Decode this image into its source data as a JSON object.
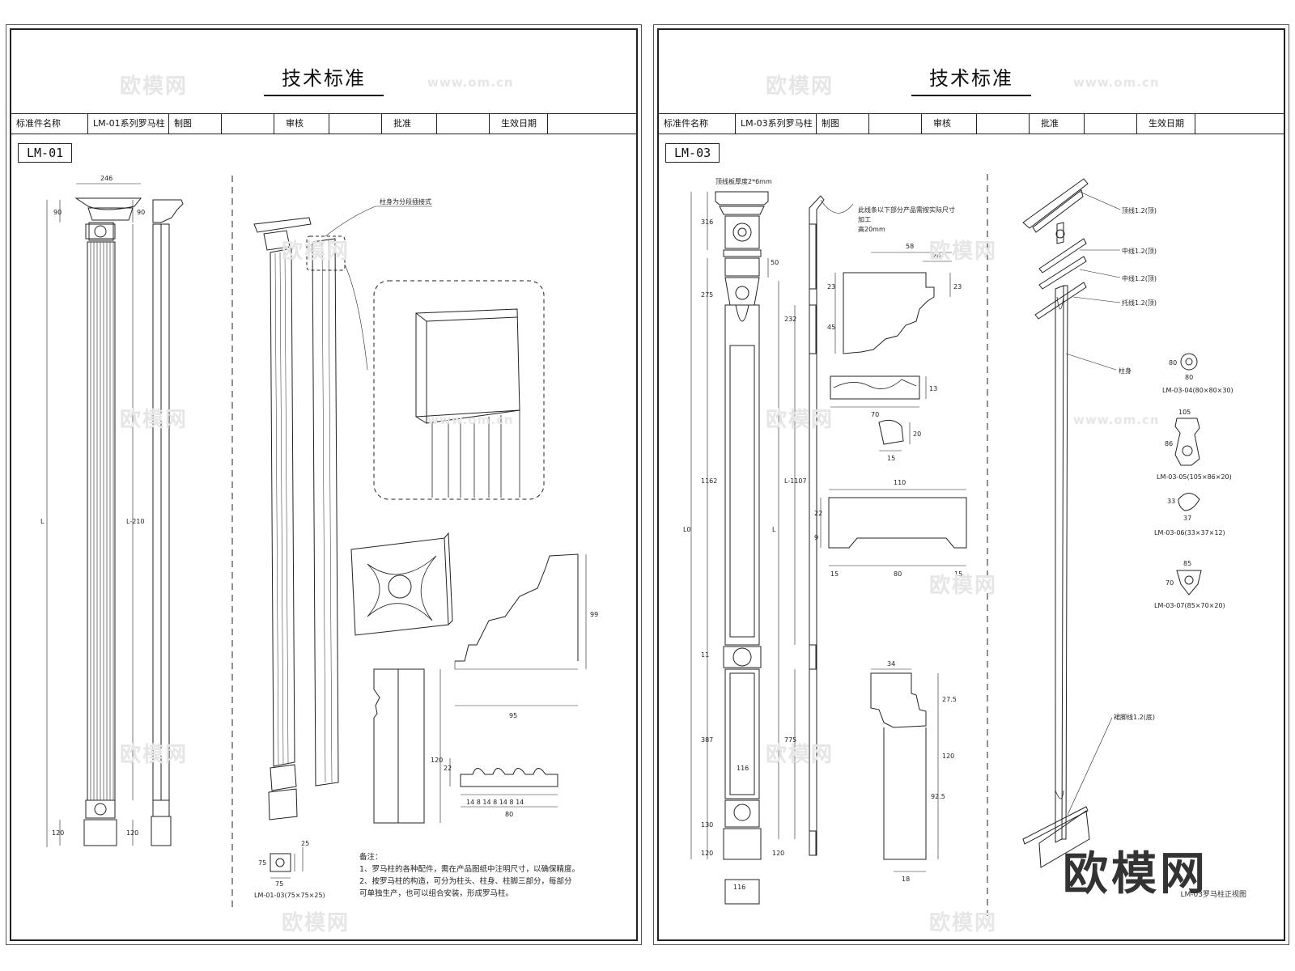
{
  "sheets": [
    {
      "title": "技术标准",
      "info": [
        "标准件名称",
        "LM-01系列罗马柱",
        "制图",
        "",
        "审核",
        "",
        "批准",
        "",
        "生效日期",
        ""
      ],
      "code": "LM-01",
      "dims": {
        "top_width": "246",
        "cap_h": "90",
        "cap_h2": "90",
        "total": "L",
        "shaft": "L-210",
        "base_h": "120",
        "base_h2": "120",
        "callout": "柱身为分段插接式",
        "h99": "99",
        "w95": "95",
        "h120": "120",
        "h22": "22",
        "rib": "14 8 14 8 14 8 14",
        "w80": "80",
        "sq_h": "75",
        "sq_w": "75",
        "sq_t": "25",
        "sq_label": "LM-01-03(75×75×25)"
      },
      "notes": [
        "备注：",
        "1、罗马柱的各种配件，需在产品图纸中注明尺寸，以确保精度。",
        "2、按罗马柱的构造，可分为柱头、柱身、柱脚三部分，每部分",
        "可单独生产，也可以组合安装，形成罗马柱。"
      ]
    },
    {
      "title": "技术标准",
      "info": [
        "标准件名称",
        "LM-03系列罗马柱",
        "制图",
        "",
        "审核",
        "",
        "批准",
        "",
        "生效日期",
        ""
      ],
      "code": "LM-03",
      "dims": {
        "top": "顶线板厚度2*6mm",
        "d316": "316",
        "d50": "50",
        "d275": "275",
        "d232": "232",
        "d1162": "1162",
        "d1107": "L-1107",
        "total": "L0",
        "Lmid": "L",
        "d11": "11",
        "d387": "387",
        "d775": "775",
        "d130": "130",
        "d120": "120",
        "d120b": "120",
        "d116": "116",
        "d116b": "116",
        "callout_top": "此线条以下部分产品需按实际尺寸",
        "callout_top2": "加工",
        "callout_top3": "高20mm",
        "d58": "58",
        "d20": "20",
        "d23": "23",
        "d23b": "23",
        "d45": "45",
        "d70": "70",
        "d13": "13",
        "d20b": "20",
        "d15": "15",
        "d110": "110",
        "d22": "22",
        "d9": "9",
        "d15b": "15",
        "d80": "80",
        "d15c": "15",
        "d34": "34",
        "d275b": "27.5",
        "d120c": "120",
        "d925": "92.5",
        "d18": "18",
        "label1": "顶线1.2(顶)",
        "label2": "中线1.2(顶)",
        "label3": "中线1.2(顶)",
        "label4": "托线1.2(顶)",
        "label5": "柱身",
        "label6": "裙脚线1.2(底)",
        "part1_a": "80",
        "part1_b": "80",
        "part1_l": "LM-03-04(80×80×30)",
        "part2_a": "105",
        "part2_b": "86",
        "part2_l": "LM-03-05(105×86×20)",
        "part3_a": "33",
        "part3_b": "37",
        "part3_l": "LM-03-06(33×37×12)",
        "part4_a": "85",
        "part4_b": "70",
        "part4_l": "LM-03-07(85×70×20)"
      },
      "footer": "LM-03罗马柱正视图"
    }
  ],
  "watermark": "欧模网",
  "watermark_url": "www.om.cn",
  "brand": "欧模网"
}
